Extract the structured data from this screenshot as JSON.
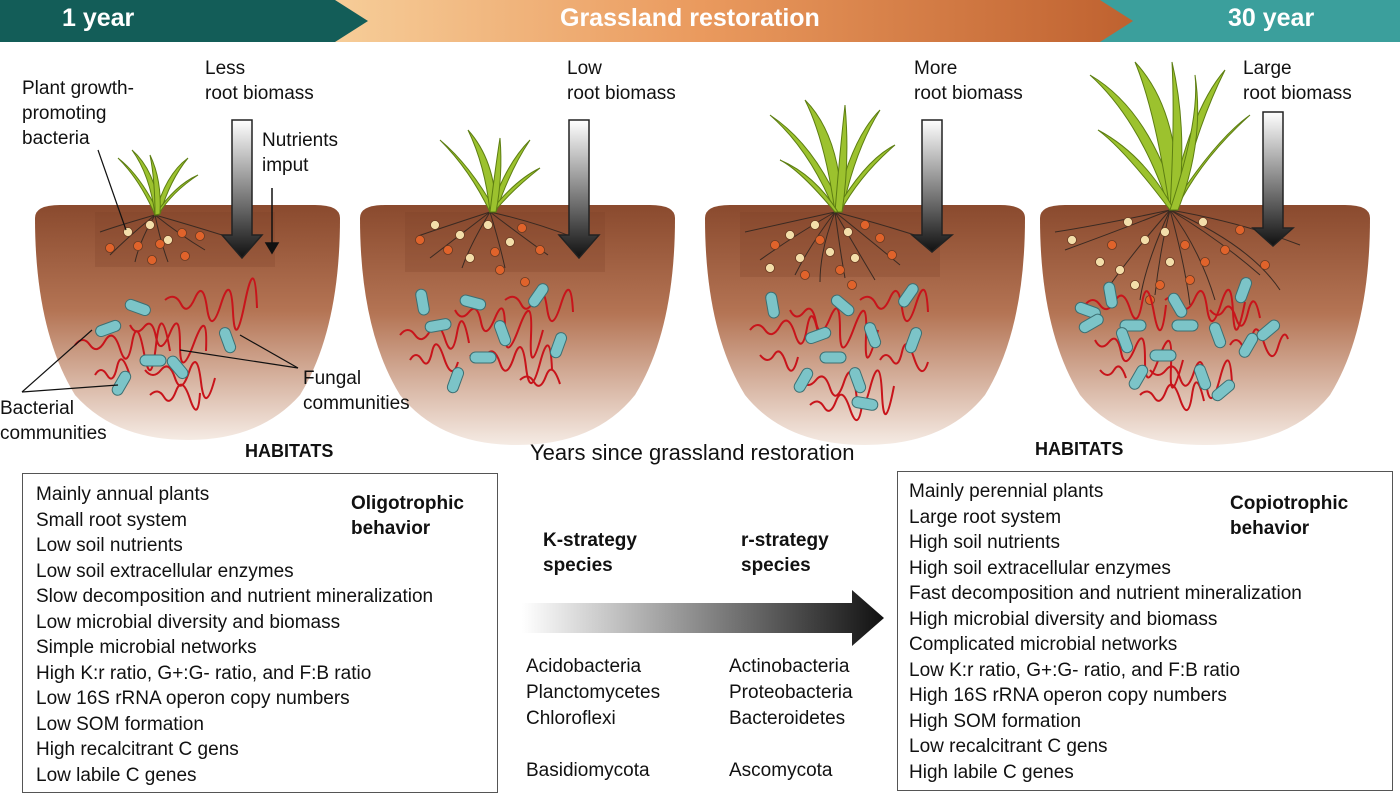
{
  "banner": {
    "left_label": "1 year",
    "center_label": "Grassland restoration",
    "right_label": "30 year",
    "colors": {
      "dark_teal": "#135d58",
      "peach": "#f7c585",
      "orange": "#e3854d",
      "rust": "#b55322",
      "teal": "#3b9f9c"
    }
  },
  "stages": [
    {
      "biomass_label": "Less\nroot biomass"
    },
    {
      "biomass_label": "Low\nroot biomass"
    },
    {
      "biomass_label": "More\nroot biomass"
    },
    {
      "biomass_label": "Large\nroot biomass"
    }
  ],
  "callouts": {
    "pgpb": "Plant growth-\npromoting\nbacteria",
    "nutrients": "Nutrients\nimput",
    "fungal": "Fungal\ncommunities",
    "bacterial": "Bacterial\ncommunities"
  },
  "center_title": "Years since grassland restoration",
  "left_panel": {
    "heading": "HABITATS",
    "behavior": "Oligotrophic\nbehavior",
    "items": [
      "Mainly annual plants",
      "Small root system",
      "Low soil nutrients",
      "Low soil extracellular enzymes",
      "Slow decomposition and nutrient mineralization",
      "Low microbial diversity and biomass",
      "Simple microbial networks",
      "High K:r ratio, G+:G- ratio, and F:B ratio",
      "Low 16S rRNA operon copy numbers",
      "Low SOM formation",
      "High recalcitrant C gens",
      "Low labile C genes"
    ]
  },
  "right_panel": {
    "heading": "HABITATS",
    "behavior": "Copiotrophic\nbehavior",
    "items": [
      "Mainly perennial plants",
      "Large root system",
      "High soil nutrients",
      "High soil extracellular enzymes",
      "Fast decomposition and nutrient mineralization",
      "High microbial diversity and biomass",
      "Complicated microbial networks",
      "Low K:r ratio, G+:G- ratio, and F:B ratio",
      "High 16S rRNA operon copy numbers",
      "High SOM formation",
      "Low recalcitrant C gens",
      "High labile C genes"
    ]
  },
  "strategy": {
    "k_label": "K-strategy\nspecies",
    "r_label": "r-strategy\nspecies",
    "k_taxa": [
      "Acidobacteria",
      "Planctomycetes",
      "Chloroflexi",
      "",
      "Basidiomycota"
    ],
    "r_taxa": [
      "Actinobacteria",
      "Proteobacteria",
      "Bacteroidetes",
      "",
      "Ascomycota"
    ]
  },
  "colors": {
    "soil_top": "#8a4a2e",
    "soil_bottom": "#f3e6dc",
    "bacteria_fill": "#7cc4c8",
    "fungi": "#c8141b",
    "pgpb_cream": "#f3deaa",
    "pgpb_orange": "#e0632b",
    "leaf": "#9cc22e"
  }
}
